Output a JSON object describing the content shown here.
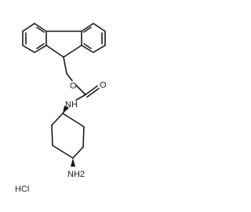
{
  "molecule": {
    "atoms": {
      "oxygen_ester": "O",
      "oxygen_carbonyl": "O",
      "nitrogen_carbamate": "NH",
      "nitrogen_amine": "NH2"
    },
    "salt": "HCl"
  }
}
